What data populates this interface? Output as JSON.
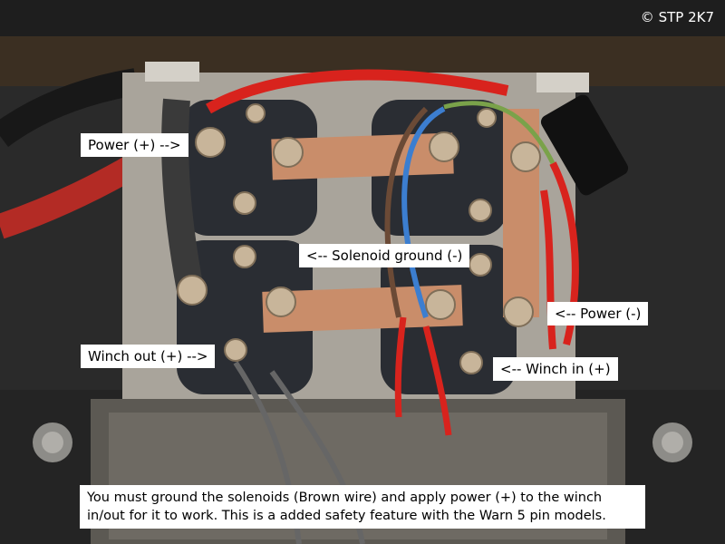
{
  "copyright": "© STP 2K7",
  "labels": {
    "power_pos": "Power (+)  -->",
    "solenoid_ground": "<--  Solenoid ground (-)",
    "power_neg": "<--  Power (-)",
    "winch_out": "Winch out (+)  -->",
    "winch_in": "<--  Winch in (+)"
  },
  "note": {
    "line1": "You must ground the solenoids (Brown wire) and apply power (+)  to the winch",
    "line2": "in/out for it to work.  This is a added safety feature with the Warn 5 pin models."
  },
  "colors": {
    "red_wire": "#d8231d",
    "copper_bar": "#c98d6a",
    "blue_wire": "#3c7ed0",
    "solenoid_body": "#2a2d33"
  }
}
